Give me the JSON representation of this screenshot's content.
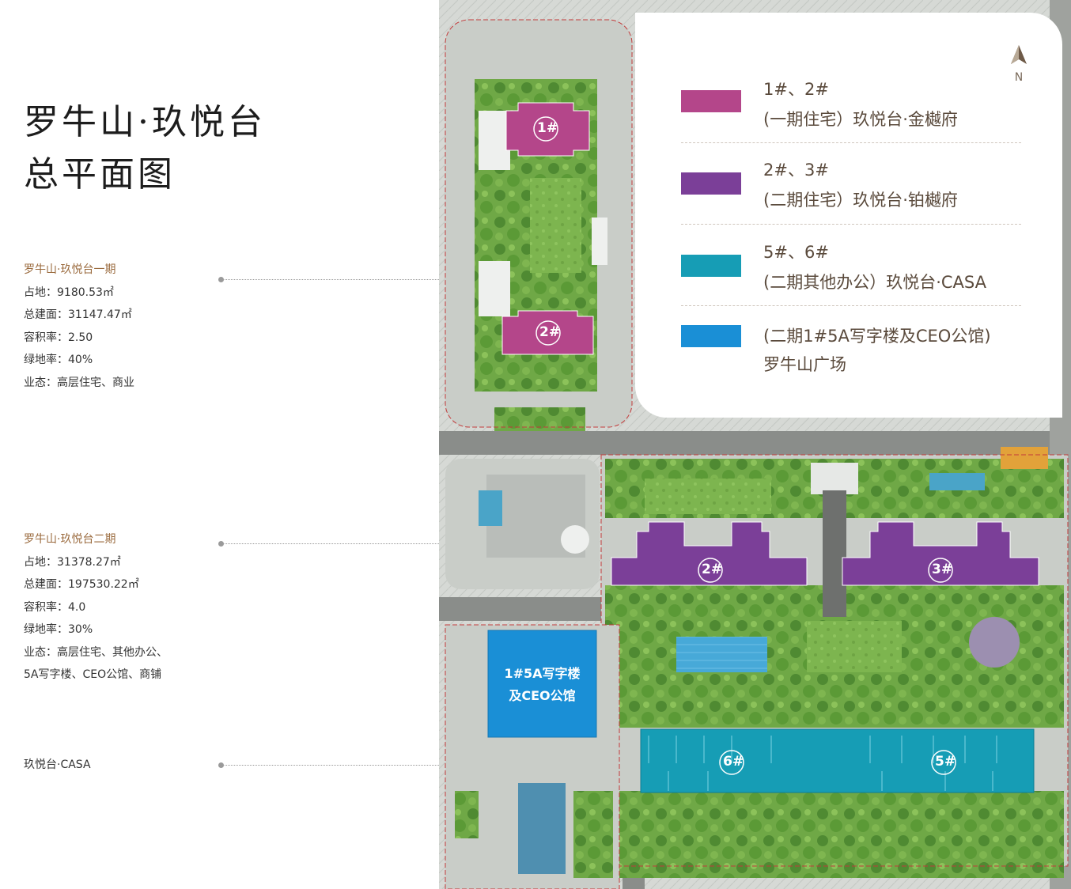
{
  "title": {
    "line1": "罗牛山·玖悦台",
    "line2": "总平面图"
  },
  "phase1": {
    "head": "罗牛山·玖悦台一期",
    "rows": [
      "占地：9180.53㎡",
      "总建面：31147.47㎡",
      "容积率：2.50",
      "绿地率：40%",
      "业态：高层住宅、商业"
    ]
  },
  "phase2": {
    "head": "罗牛山·玖悦台二期",
    "rows": [
      "占地：31378.27㎡",
      "总建面：197530.22㎡",
      "容积率：4.0",
      "绿地率：30%",
      "业态：高层住宅、其他办公、",
      "5A写字楼、CEO公馆、商铺"
    ]
  },
  "casa_label": "玖悦台·CASA",
  "legend": {
    "compass": "N",
    "items": [
      {
        "line1": "1#、2#",
        "line2": "(一期住宅）玖悦台·金樾府",
        "color": "#b4468a"
      },
      {
        "line1": "2#、3#",
        "line2": "(二期住宅）玖悦台·铂樾府",
        "color": "#7b3f98"
      },
      {
        "line1": "5#、6#",
        "line2": "(二期其他办公）玖悦台·CASA",
        "color": "#169db5"
      },
      {
        "line1": "(二期1#5A写字楼及CEO公馆)",
        "line2": "罗牛山广场",
        "color": "#1a8fd6"
      }
    ]
  },
  "map_tags": {
    "b1": "1#",
    "b2_phase1": "2#",
    "b2_phase2": "2#",
    "b3": "3#",
    "b6": "6#",
    "b5": "5#",
    "office_line1": "1#5A写字楼",
    "office_line2": "及CEO公馆"
  },
  "colors": {
    "phase1_res": "#b4468a",
    "phase2_res": "#7b3f98",
    "casa": "#169db5",
    "office": "#1a8fd6",
    "green": "#5e9a3c"
  }
}
